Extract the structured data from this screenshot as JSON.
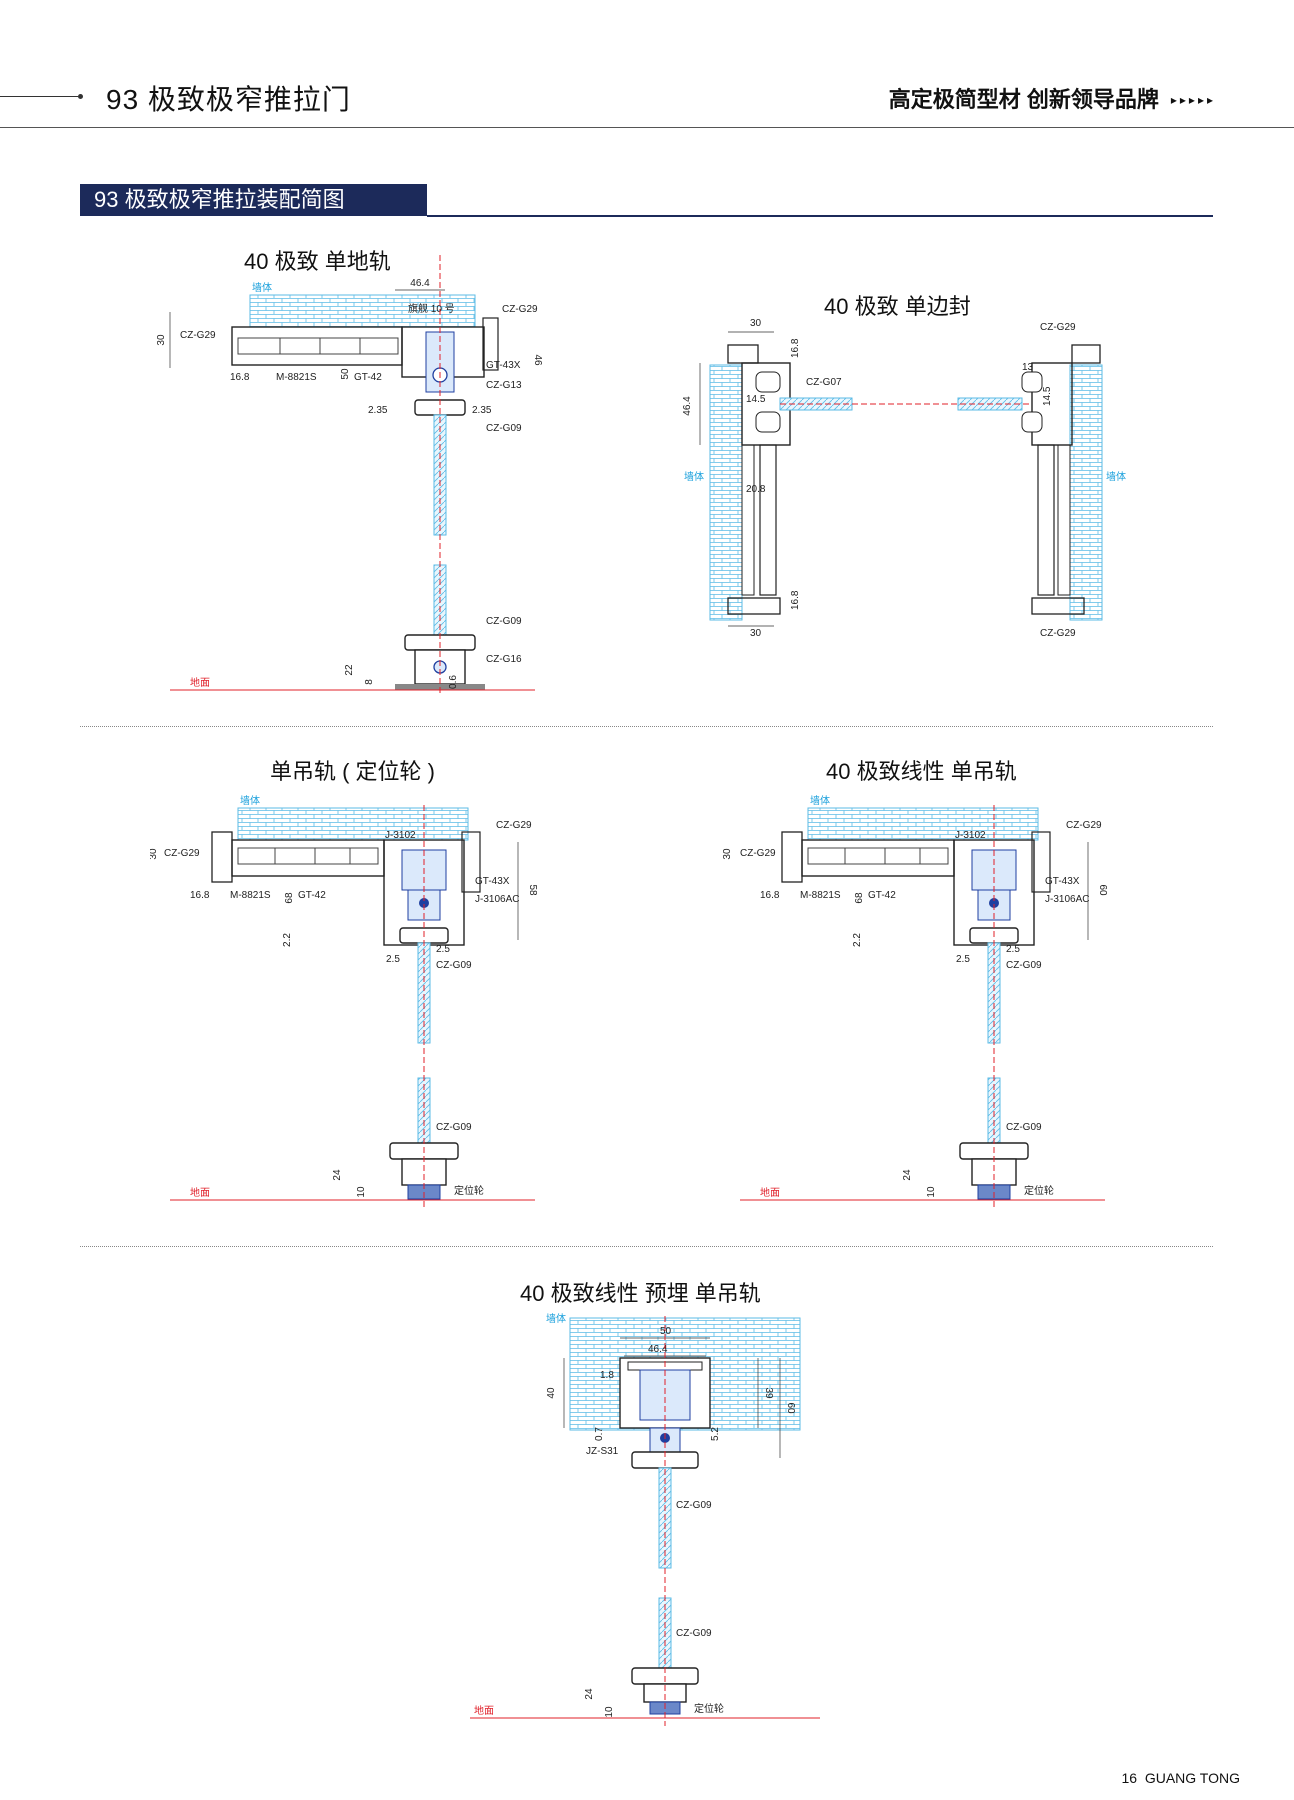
{
  "header": {
    "title": "93 极致极窄推拉门",
    "slogan": "高定极简型材  创新领导品牌",
    "arrows": "▸▸▸▸▸"
  },
  "section": {
    "title": "93 极致极窄推拉装配简图"
  },
  "diagrams": {
    "d1": {
      "title": "40 极致 单地轨",
      "labels": {
        "wall": "墙体",
        "dim_top": "46.4",
        "qijian": "旗舰 10 号",
        "czg29_r": "CZ-G29",
        "czg29_l": "CZ-G29",
        "dim30": "30",
        "dim46": "46",
        "dim50": "50",
        "gt43x": "GT-43X",
        "czg13": "CZ-G13",
        "dim168": "16.8",
        "m8821": "M-8821S",
        "gt42": "GT-42",
        "d235a": "2.35",
        "d235b": "2.35",
        "czg09a": "CZ-G09",
        "czg09b": "CZ-G09",
        "czg16": "CZ-G16",
        "dim22": "22",
        "dim8": "8",
        "dim06": "0.6",
        "floor": "地面"
      }
    },
    "d2": {
      "title": "40 极致 单边封",
      "labels": {
        "dim30t": "30",
        "dim168t": "16.8",
        "czg07": "CZ-G07",
        "dim464": "46.4",
        "dim145": "14.5",
        "wall_l": "墙体",
        "dim208": "20.8",
        "dim168b": "16.8",
        "dim30b": "30",
        "czg29t": "CZ-G29",
        "dim13": "13",
        "dim145r": "14.5",
        "wall_r": "墙体",
        "czg29b": "CZ-G29"
      }
    },
    "d3": {
      "title": "单吊轨 ( 定位轮 )",
      "labels": {
        "wall": "墙体",
        "j3102": "J-3102",
        "czg29_r": "CZ-G29",
        "czg29_l": "CZ-G29",
        "dim30": "30",
        "dim58": "58",
        "gt43x": "GT-43X",
        "j3106": "J-3106AC",
        "dim168": "16.8",
        "m8821": "M-8821S",
        "dim68": "68",
        "gt42": "GT-42",
        "dim22": "2.2",
        "d25a": "2.5",
        "d25b": "2.5",
        "czg09a": "CZ-G09",
        "czg09b": "CZ-G09",
        "dim24": "24",
        "dim10": "10",
        "wheel": "定位轮",
        "floor": "地面"
      }
    },
    "d4": {
      "title": "40 极致线性 单吊轨",
      "labels": {
        "wall": "墙体",
        "j3102": "J-3102",
        "czg29_r": "CZ-G29",
        "czg29_l": "CZ-G29",
        "dim30": "30",
        "dim60": "60",
        "gt43x": "GT-43X",
        "j3106": "J-3106AC",
        "dim168": "16.8",
        "m8821": "M-8821S",
        "dim68": "68",
        "gt42": "GT-42",
        "dim22": "2.2",
        "d25a": "2.5",
        "d25b": "2.5",
        "czg09a": "CZ-G09",
        "czg09b": "CZ-G09",
        "dim24": "24",
        "dim10": "10",
        "wheel": "定位轮",
        "floor": "地面"
      }
    },
    "d5": {
      "title": "40 极致线性 预埋 单吊轨",
      "labels": {
        "wall": "墙体",
        "dim50": "50",
        "dim464": "46.4",
        "dim18": "1.8",
        "dim40": "40",
        "dim39": "39",
        "dim60": "60",
        "dim07": "0.7",
        "dim52": "5.2",
        "jzs31": "JZ-S31",
        "czg09a": "CZ-G09",
        "czg09b": "CZ-G09",
        "dim24": "24",
        "dim10": "10",
        "wheel": "定位轮",
        "floor": "地面"
      }
    }
  },
  "footer": {
    "page": "16",
    "brand": "GUANG TONG"
  }
}
